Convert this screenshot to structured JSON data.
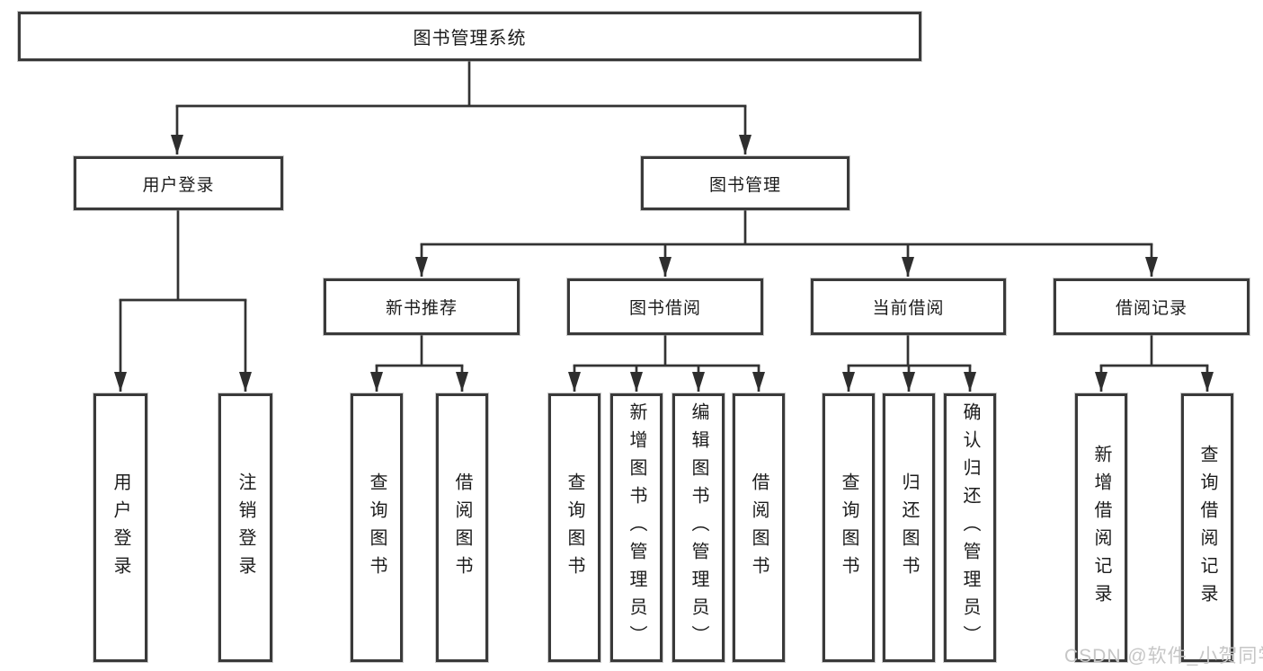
{
  "diagram": {
    "root": {
      "label": "图书管理系统"
    },
    "branches": [
      {
        "label": "用户登录",
        "children": [
          {
            "label": "用户登录"
          },
          {
            "label": "注销登录"
          }
        ]
      },
      {
        "label": "图书管理",
        "children": [
          {
            "label": "新书推荐",
            "children": [
              {
                "label": "查询图书"
              },
              {
                "label": "借阅图书"
              }
            ]
          },
          {
            "label": "图书借阅",
            "children": [
              {
                "label": "查询图书"
              },
              {
                "label": "新增图书（管理员）"
              },
              {
                "label": "编辑图书（管理员）"
              },
              {
                "label": "借阅图书"
              }
            ]
          },
          {
            "label": "当前借阅",
            "children": [
              {
                "label": "查询图书"
              },
              {
                "label": "归还图书"
              },
              {
                "label": "确认归还（管理员）"
              }
            ]
          },
          {
            "label": "借阅记录",
            "children": [
              {
                "label": "新增借阅记录"
              },
              {
                "label": "查询借阅记录"
              }
            ]
          }
        ]
      }
    ]
  },
  "watermark": {
    "text": "CSDN @软件_小贺同学"
  },
  "colors": {
    "line": "#333333",
    "arrow": "#2e2e2e",
    "box_border": "#3a3a3a",
    "text": "#1c1c1c",
    "watermark_text": "#c6c6c6",
    "background": "#ffffff"
  }
}
